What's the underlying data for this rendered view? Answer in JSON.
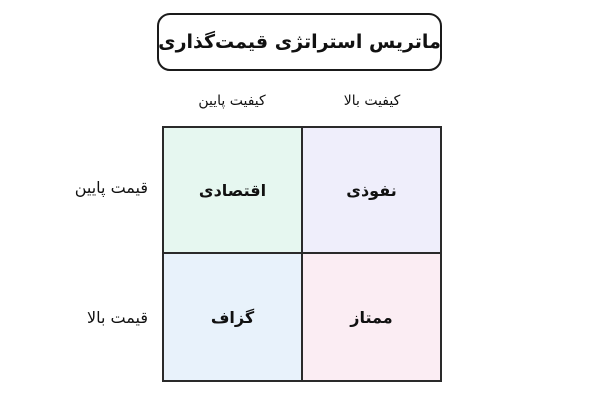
{
  "title": "ماتریس استراتژی قیمت‌گذاری",
  "columns": {
    "low_quality": "کیفیت پایین",
    "high_quality": "کیفیت بالا"
  },
  "rows": {
    "low_price": "قیمت پایین",
    "high_price": "قیمت بالا"
  },
  "cells": {
    "low_price_low_quality": "اقتصادی",
    "low_price_high_quality": "نفوذی",
    "high_price_low_quality": "گزاف",
    "high_price_high_quality": "ممتاز"
  },
  "colors": {
    "economy": "#e6f7f0",
    "penetration": "#efeefb",
    "rip_off": "#e8f2fb",
    "premium": "#fbedf3",
    "border": "#2a2a2a"
  }
}
